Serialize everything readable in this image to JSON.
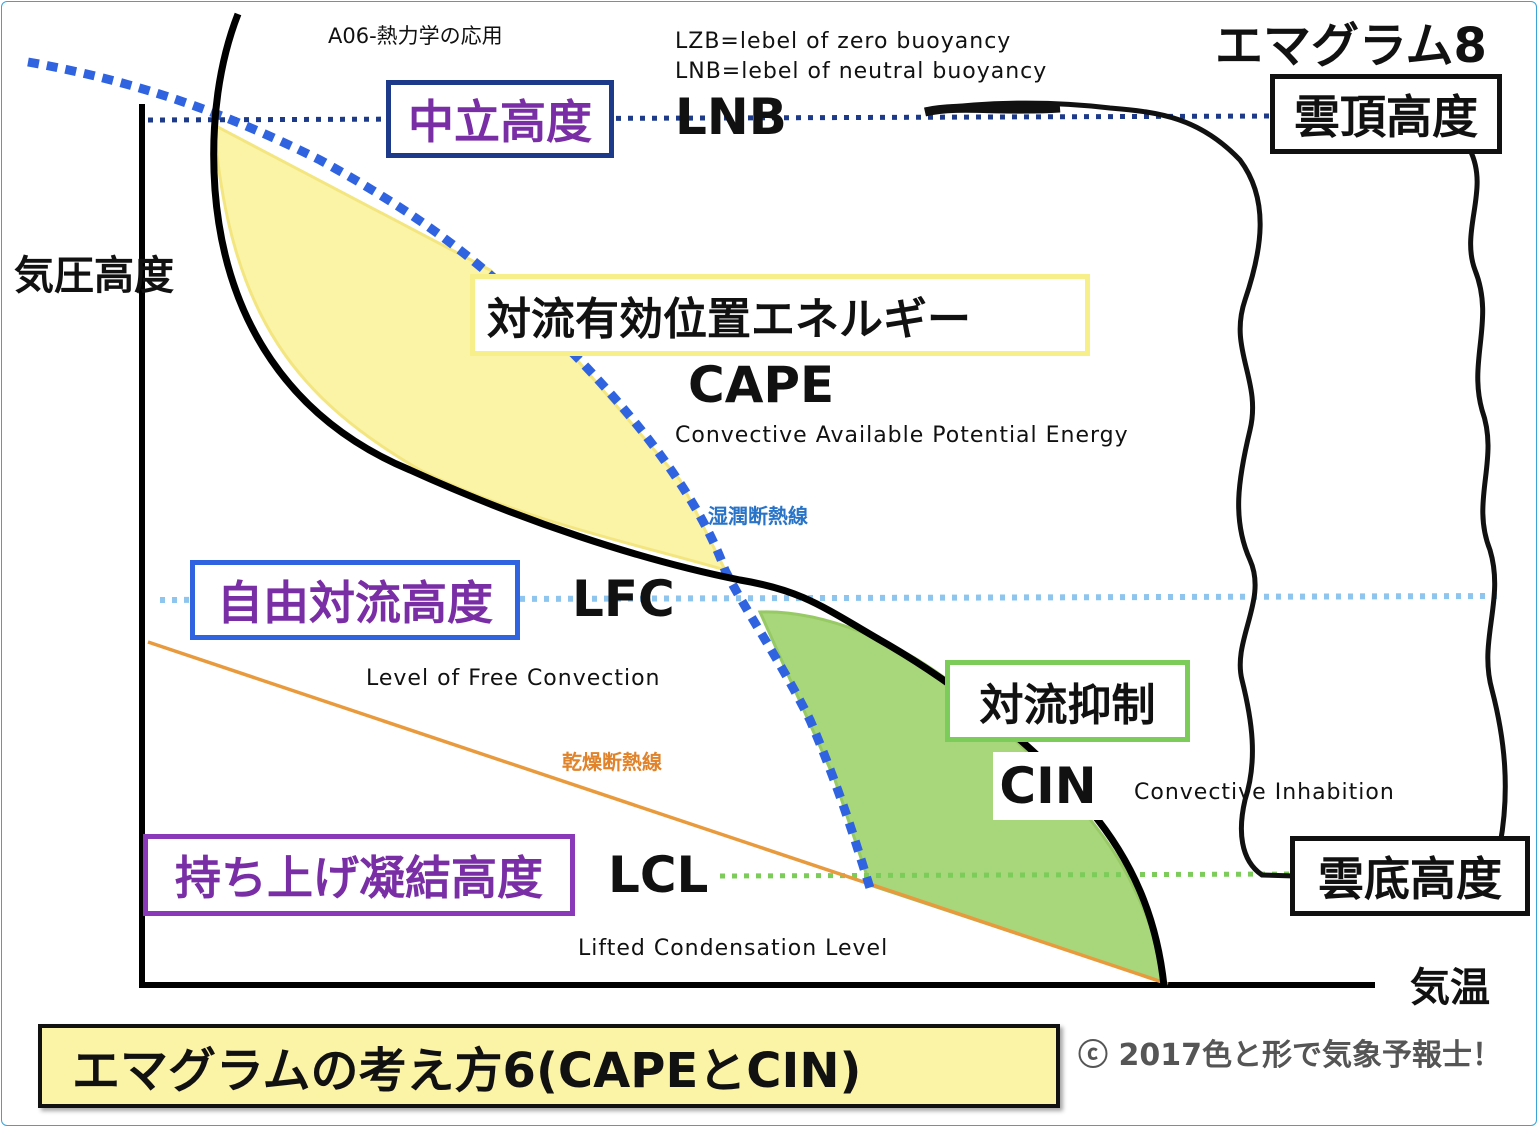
{
  "top_label": "A06-熱力学の応用",
  "defs": {
    "lzb": "LZB=lebel of zero buoyancy",
    "lnb": "LNB=lebel of neutral buoyancy"
  },
  "title": "エマグラム8",
  "axes": {
    "y": "気圧高度",
    "x": "気温"
  },
  "levels": {
    "lnb": {
      "jp": "中立高度",
      "abbr": "LNB"
    },
    "lfc": {
      "jp": "自由対流高度",
      "abbr": "LFC",
      "en": "Level of Free Convection"
    },
    "lcl": {
      "jp": "持ち上げ凝結高度",
      "abbr": "LCL",
      "en": "Lifted Condensation Level"
    }
  },
  "cloud": {
    "top": "雲頂高度",
    "base": "雲底高度"
  },
  "cape": {
    "jp": "対流有効位置エネルギー",
    "abbr": "CAPE",
    "en": "Convective Available Potential Energy"
  },
  "cin": {
    "jp": "対流抑制",
    "abbr": "CIN",
    "en": "Convective Inhabition"
  },
  "lines": {
    "moist": "湿潤断熱線",
    "dry": "乾燥断熱線"
  },
  "footer": {
    "subtitle": "エマグラムの考え方6(CAPEとCIN)",
    "copyright": "ⓒ 2017色と形で気象予報士！"
  },
  "colors": {
    "cape_fill": "#fbf3a6",
    "cin_fill": "#a8d67a",
    "moist_line": "#2f63e0",
    "dry_line": "#e89a3c",
    "purple_text": "#7a2ea6"
  }
}
